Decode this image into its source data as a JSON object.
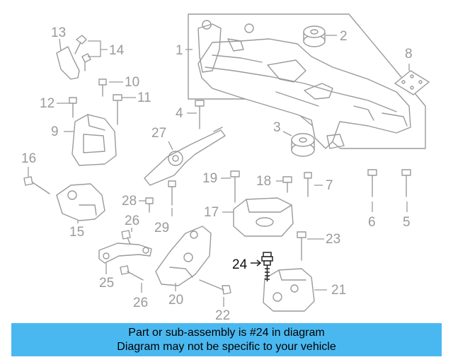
{
  "diagram": {
    "highlight_color": "#222222",
    "part_color": "#9a9a9a",
    "callouts": {
      "c1": "1",
      "c2": "2",
      "c3": "3",
      "c4": "4",
      "c5": "5",
      "c6": "6",
      "c7": "7",
      "c8": "8",
      "c9": "9",
      "c10": "10",
      "c11": "11",
      "c12": "12",
      "c13": "13",
      "c14": "14",
      "c15": "15",
      "c16": "16",
      "c17": "17",
      "c18": "18",
      "c19": "19",
      "c20": "20",
      "c21": "21",
      "c22": "22",
      "c23": "23",
      "c24": "24",
      "c25": "25",
      "c26a": "26",
      "c26b": "26",
      "c27": "27",
      "c28": "28",
      "c29": "29"
    }
  },
  "banner": {
    "color": "#4ab8f0",
    "line1": "Part or sub-assembly is #24 in diagram",
    "line2": "Diagram may not be specific to your vehicle"
  }
}
